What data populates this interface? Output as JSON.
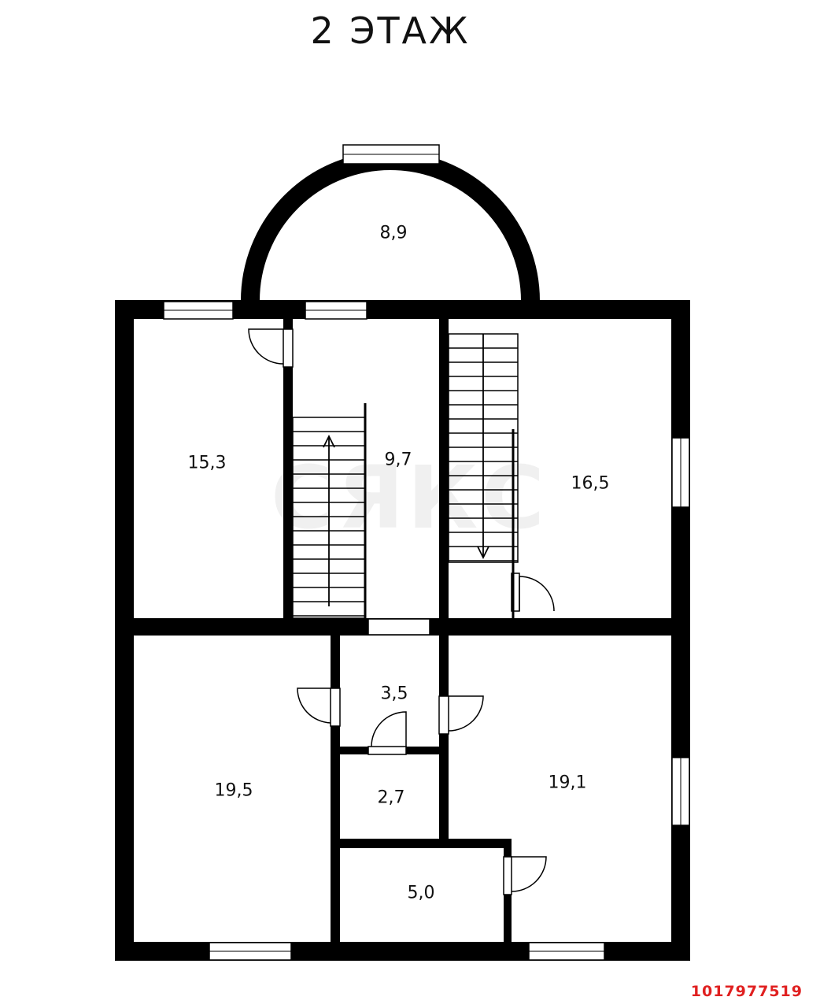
{
  "title": "2 ЭТАЖ",
  "rooms": [
    {
      "id": "bay",
      "area": "8,9"
    },
    {
      "id": "room-left-top",
      "area": "15,3"
    },
    {
      "id": "stair-hall",
      "area": "9,7"
    },
    {
      "id": "room-right-top",
      "area": "16,5"
    },
    {
      "id": "room-left-bottom",
      "area": "19,5"
    },
    {
      "id": "bath",
      "area": "3,5"
    },
    {
      "id": "closet",
      "area": "2,7"
    },
    {
      "id": "room-right-bottom",
      "area": "19,1"
    },
    {
      "id": "storage",
      "area": "5,0"
    }
  ],
  "watermark": "СЯКС",
  "listing_id": "1017977519",
  "colors": {
    "wall": "#000000",
    "accent": "#e02020",
    "background": "#ffffff"
  }
}
